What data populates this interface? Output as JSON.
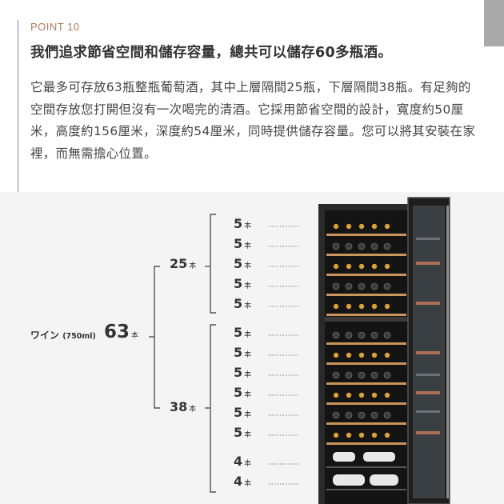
{
  "header": {
    "point": "POINT 10",
    "headline": "我們追求節省空間和儲存容量，總共可以儲存60多瓶酒。",
    "body": "它最多可存放63瓶整瓶葡萄酒，其中上層隔間25瓶，下層隔間38瓶。有足夠的空間存放您打開但沒有一次喝完的清酒。它採用節省空間的設計，寬度約50厘米，高度約156厘米，深度約54厘米，同時提供儲存容量。您可以將其安裝在家裡，而無需擔心位置。"
  },
  "diagram": {
    "wine_label": "ワイン",
    "volume_label": "(750ml)",
    "total": "63",
    "unit": "本",
    "groups": [
      {
        "count": "25",
        "unit": "本"
      },
      {
        "count": "38",
        "unit": "本"
      }
    ],
    "shelves": [
      {
        "count": "5",
        "unit": "本"
      },
      {
        "count": "5",
        "unit": "本"
      },
      {
        "count": "5",
        "unit": "本"
      },
      {
        "count": "5",
        "unit": "本"
      },
      {
        "count": "5",
        "unit": "本"
      },
      {
        "count": "5",
        "unit": "本"
      },
      {
        "count": "5",
        "unit": "本"
      },
      {
        "count": "5",
        "unit": "本"
      },
      {
        "count": "5",
        "unit": "本"
      },
      {
        "count": "5",
        "unit": "本"
      },
      {
        "count": "5",
        "unit": "本"
      },
      {
        "count": "4",
        "unit": "本"
      },
      {
        "count": "4",
        "unit": "本"
      }
    ]
  },
  "colors": {
    "accent": "#b07a5c",
    "background": "#f4f4f4",
    "fridge_frame": "#2b2b2b",
    "shelf_wood": "#c8965c",
    "bottle_cap": "#d9a038"
  }
}
